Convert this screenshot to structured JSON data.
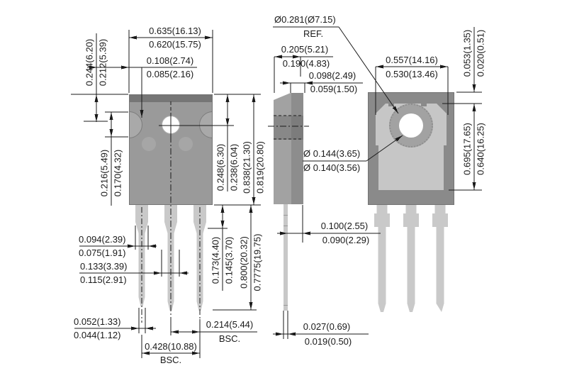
{
  "drawing": {
    "type": "package-outline-drawing",
    "units_note": "inches(mm)",
    "package_style": "TO-247 three-lead power package, front / side / back views"
  },
  "colors": {
    "body_gray": "#9a9a9a",
    "body_edge": "#757575",
    "top_strip": "#767676",
    "notch_gray": "#a9a9a9",
    "tab_gray": "#c6c6c6",
    "lead_gray": "#c9c9c9",
    "back_outer": "#8a8a8a",
    "ring_gray": "#a2a2a2",
    "line_color": "#1a1a1a"
  },
  "dims": {
    "front": {
      "body_width": {
        "max": "0.635(16.13)",
        "min": "0.620(15.75)"
      },
      "notch_offset": {
        "max": "0.108(2.74)",
        "min": "0.085(2.16)"
      },
      "hole_offset_left": {
        "max": "0.244(6.20)",
        "min": "0.212(5.39)"
      },
      "notch_height": {
        "max": "0.216(5.49)",
        "min": "0.170(4.32)"
      },
      "hole_offset_right": {
        "max": "0.248(6.30)",
        "min": "0.238(6.04)"
      },
      "body_height": {
        "max": "0.838(21.30)",
        "min": "0.819(20.80)"
      },
      "lead_shoulder_width": {
        "max": "0.094(2.39)",
        "min": "0.075(1.91)"
      },
      "center_lead_width": {
        "max": "0.133(3.39)",
        "min": "0.115(2.91)"
      },
      "lead_tip_width": {
        "max": "0.052(1.33)",
        "min": "0.044(1.12)"
      },
      "shoulder_length": {
        "max": "0.173(4.40)",
        "min": "0.145(3.70)"
      },
      "lead_length": {
        "max": "0.800(20.32)",
        "min": "0.7775(19.75)"
      },
      "outer_lead_span": {
        "value": "0.428(10.88)",
        "note": "BSC."
      },
      "lead_pitch": {
        "value": "0.214(5.44)",
        "note": "BSC."
      }
    },
    "side": {
      "body_thickness": {
        "max": "0.205(5.21)",
        "min": "0.190(4.83)"
      },
      "top_thickness": {
        "max": "0.098(2.49)",
        "min": "0.059(1.50)"
      },
      "lead_setback": {
        "max": "0.100(2.55)",
        "min": "0.090(2.29)"
      },
      "lead_thickness": {
        "max": "0.027(0.69)",
        "min": "0.019(0.50)"
      }
    },
    "back": {
      "boss_ref": {
        "value": "Ø0.281(Ø7.15)",
        "note": "REF."
      },
      "tab_width": {
        "max": "0.557(14.16)",
        "min": "0.530(13.46)"
      },
      "tab_top_offset": {
        "max": "0.053(1.35)",
        "min": "0.020(0.51)"
      },
      "tab_height": {
        "max": "0.695(17.65)",
        "min": "0.640(16.25)"
      },
      "hole_diameter": {
        "max": "Ø 0.144(3.65)",
        "min": "Ø 0.140(3.56)"
      }
    }
  }
}
